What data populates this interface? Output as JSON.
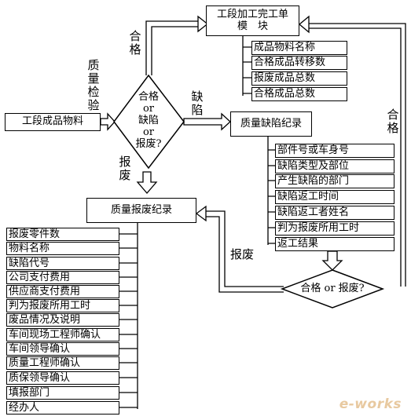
{
  "nodes": {
    "work_order": [
      "工段加工完工单",
      "模　块"
    ],
    "material": "工段成品物料",
    "defect_record": "质量缺陷纪录",
    "scrap_record": "质量报废纪录"
  },
  "diamond1": [
    "合格",
    "or",
    "缺陷",
    "or",
    "报废?"
  ],
  "diamond2": "合格 or 报废?",
  "edge_labels": {
    "qualified_top": "合格",
    "inspection": "质量检验",
    "defect": "缺陷",
    "scrap_left": "报废",
    "qualified_right": "合格",
    "scrap_bottom": "报废"
  },
  "work_order_fields": [
    "成品物料名称",
    "合格成品转移数",
    "报废成品总数",
    "合格成品总数"
  ],
  "defect_fields": [
    "部件号或车身号",
    "缺陷类型及部位",
    "产生缺陷的部门",
    "缺陷返工时间",
    "缺陷返工者姓名",
    "判为报废所用工时",
    "返工结果"
  ],
  "scrap_fields": [
    "报废零件数",
    "物料名称",
    "缺陷代号",
    "公司支付费用",
    "供应商支付费用",
    "判为报废所用工时",
    "废品情况及说明",
    "车间现场工程师确认",
    "车间领导确认",
    "质量工程师确认",
    "质保领导确认",
    "填报部门",
    "经办人"
  ],
  "watermark": "e-works"
}
